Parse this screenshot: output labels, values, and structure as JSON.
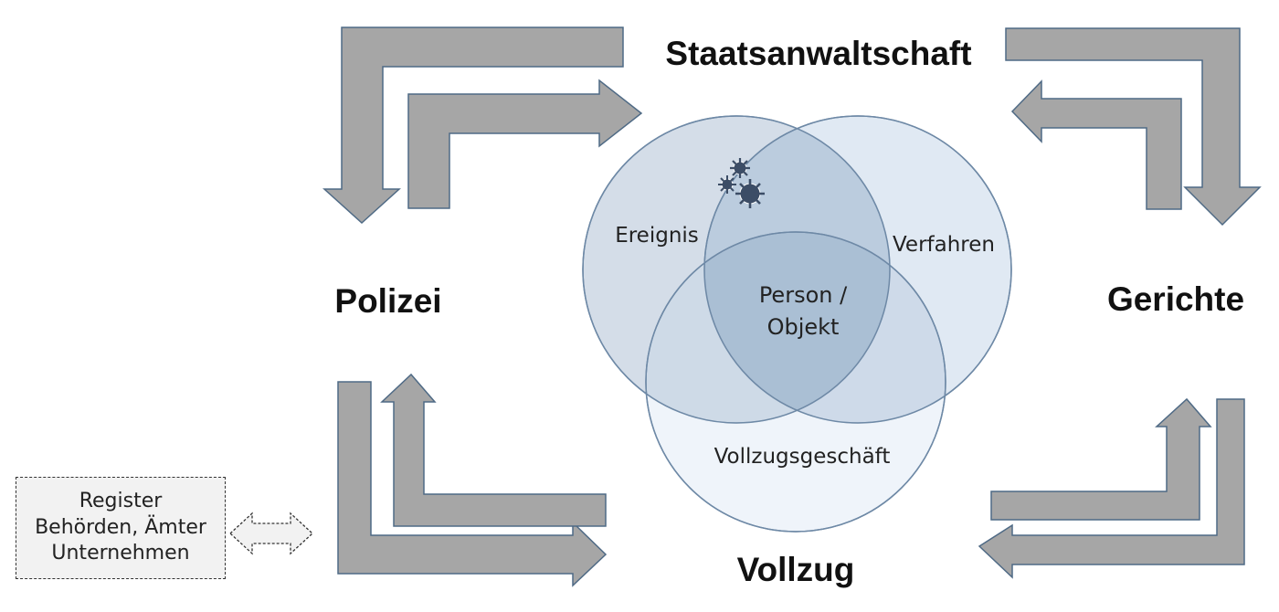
{
  "nodes": {
    "staatsanwaltschaft": "Staatsanwaltschaft",
    "polizei": "Polizei",
    "gerichte": "Gerichte",
    "vollzug": "Vollzug"
  },
  "circles": {
    "ereignis": "Ereignis",
    "verfahren": "Verfahren",
    "vollzugsgeschaeft": "Vollzugsgeschäft",
    "center_line1": "Person /",
    "center_line2": "Objekt"
  },
  "register_box": {
    "line1": "Register",
    "line2": "Behörden, Ämter",
    "line3": "Unternehmen"
  },
  "icons": {
    "virus_cluster": "virus-icon",
    "double_arrow": "double-arrow-icon"
  },
  "colors": {
    "arrow_fill": "#a6a6a6",
    "arrow_stroke": "#4f6a85",
    "circle_ereignis": "#c9d5e2",
    "circle_verfahren": "#d3e0ee",
    "circle_vollzug": "#e6eef7",
    "circle_stroke": "#6e89a6",
    "virus": "#3c4d66"
  }
}
